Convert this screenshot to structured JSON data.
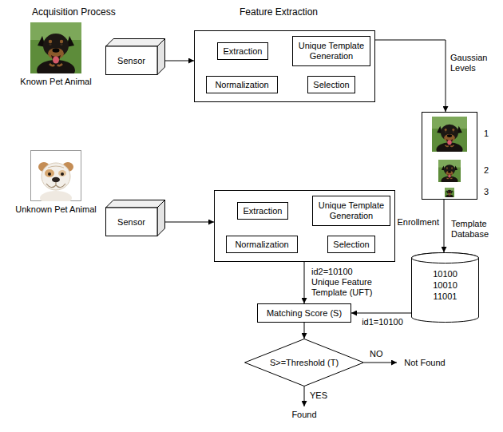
{
  "diagram": {
    "nodes": [
      {
        "text": [
          "Known Pet Animal"
        ]
      },
      {
        "text": [
          "Sensor"
        ]
      },
      {
        "text": []
      },
      {
        "text": [
          "Extraction"
        ],
        "in": 2
      },
      {
        "text": [
          "Unique Template Generation"
        ],
        "in": 2
      },
      {
        "text": [
          "Normalization"
        ],
        "in": 2
      },
      {
        "text": [
          "Selection"
        ],
        "in": 2
      },
      {
        "text": []
      },
      {
        "text": [
          "Unknown Pet Animal"
        ]
      },
      {
        "text": [
          "Sensor"
        ]
      },
      {
        "text": []
      },
      {
        "text": [
          "Extraction"
        ],
        "in": 10
      },
      {
        "text": [
          "Unique Template Generation"
        ],
        "in": 10
      },
      {
        "text": [
          "Normalization"
        ],
        "in": 10
      },
      {
        "text": [
          "Selection"
        ],
        "in": 10
      },
      {
        "text": [
          "Template Database",
          "10100",
          "10010",
          "11001"
        ]
      },
      {
        "text": [
          "Matching Score (S)"
        ]
      },
      {
        "text": [
          "S>=Threshold (T)"
        ]
      },
      {
        "text": [
          "Not Found"
        ]
      },
      {
        "text": [
          "Found"
        ]
      }
    ],
    "edges": [
      {
        "from": 1,
        "to": 2,
        "arrow": "to"
      },
      {
        "from": 3,
        "to": 5,
        "arrow": "to"
      },
      {
        "from": 5,
        "to": 6,
        "arrow": "to"
      },
      {
        "from": 6,
        "to": 4,
        "arrow": "to"
      },
      {
        "from": 2,
        "to": 7,
        "label": "Gaussian Levels",
        "arrow": "to"
      },
      {
        "from": 7,
        "to": 15,
        "label": "Enrollment",
        "arrow": "to"
      },
      {
        "from": 9,
        "to": 10,
        "arrow": "to"
      },
      {
        "from": 11,
        "to": 13,
        "arrow": "to"
      },
      {
        "from": 13,
        "to": 14,
        "arrow": "to"
      },
      {
        "from": 14,
        "to": 12,
        "arrow": "to"
      },
      {
        "from": 10,
        "to": 16,
        "label": "id2=10100 Unique Feature Template (UFT)",
        "arrow": "to"
      },
      {
        "from": 15,
        "to": 16,
        "label": "id1=10100",
        "arrow": "to"
      },
      {
        "from": 16,
        "to": 17,
        "arrow": "to"
      },
      {
        "from": 17,
        "to": 18,
        "label": "NO",
        "arrow": "to"
      },
      {
        "from": 17,
        "to": 19,
        "label": "YES",
        "arrow": "to"
      }
    ],
    "labels": [
      "Acquisition Process",
      "Feature Extraction",
      "1",
      "2",
      "3"
    ]
  }
}
